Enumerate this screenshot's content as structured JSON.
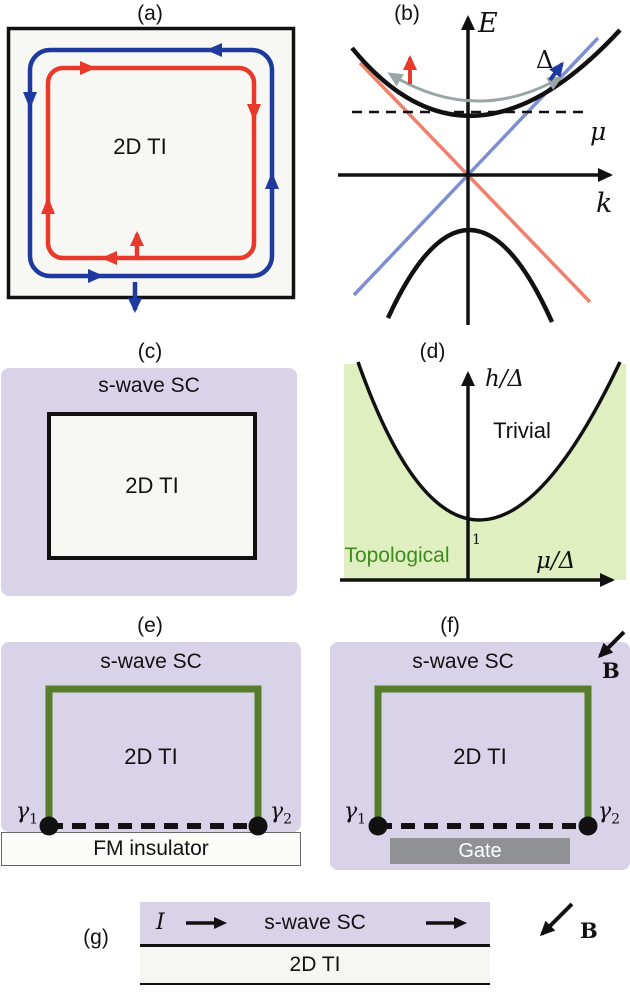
{
  "panel_a": {
    "label": "(a)",
    "ti_label": "2D TI"
  },
  "panel_b": {
    "label": "(b)",
    "energy_axis": "E",
    "momentum_axis": "k",
    "gap_label": "Δ",
    "chemical_potential": "μ"
  },
  "panel_c": {
    "label": "(c)",
    "sc_label": "s-wave SC",
    "ti_label": "2D TI"
  },
  "panel_d": {
    "label": "(d)",
    "y_axis_label": "h/Δ",
    "x_axis_label": "μ/Δ",
    "trivial_label": "Trivial",
    "topological_label": "Topological",
    "tick_one": "1"
  },
  "panel_e": {
    "label": "(e)",
    "sc_label": "s-wave SC",
    "ti_label": "2D TI",
    "gamma": "γ",
    "gamma1_sub": "1",
    "gamma2_sub": "2",
    "fm_label": "FM insulator"
  },
  "panel_f": {
    "label": "(f)",
    "sc_label": "s-wave SC",
    "ti_label": "2D TI",
    "gamma": "γ",
    "gamma1_sub": "1",
    "gamma2_sub": "2",
    "gate_label": "Gate",
    "field_label": "B"
  },
  "panel_g": {
    "label": "(g)",
    "current_label": "I",
    "sc_label": "s-wave SC",
    "ti_label": "2D TI",
    "field_label": "B"
  },
  "colors": {
    "superconductor": "#d8d3e8",
    "topological_region": "#dfefbf",
    "edge_green": "#567d2b",
    "red": "#e8392b",
    "blue": "#1e3a9f",
    "band_red": "#f0806e",
    "band_blue": "#7d8fd0",
    "topological_text": "#3e8c1e",
    "gate_gray": "#8f9194",
    "gap_arrow_gray": "#9aa6a6"
  }
}
